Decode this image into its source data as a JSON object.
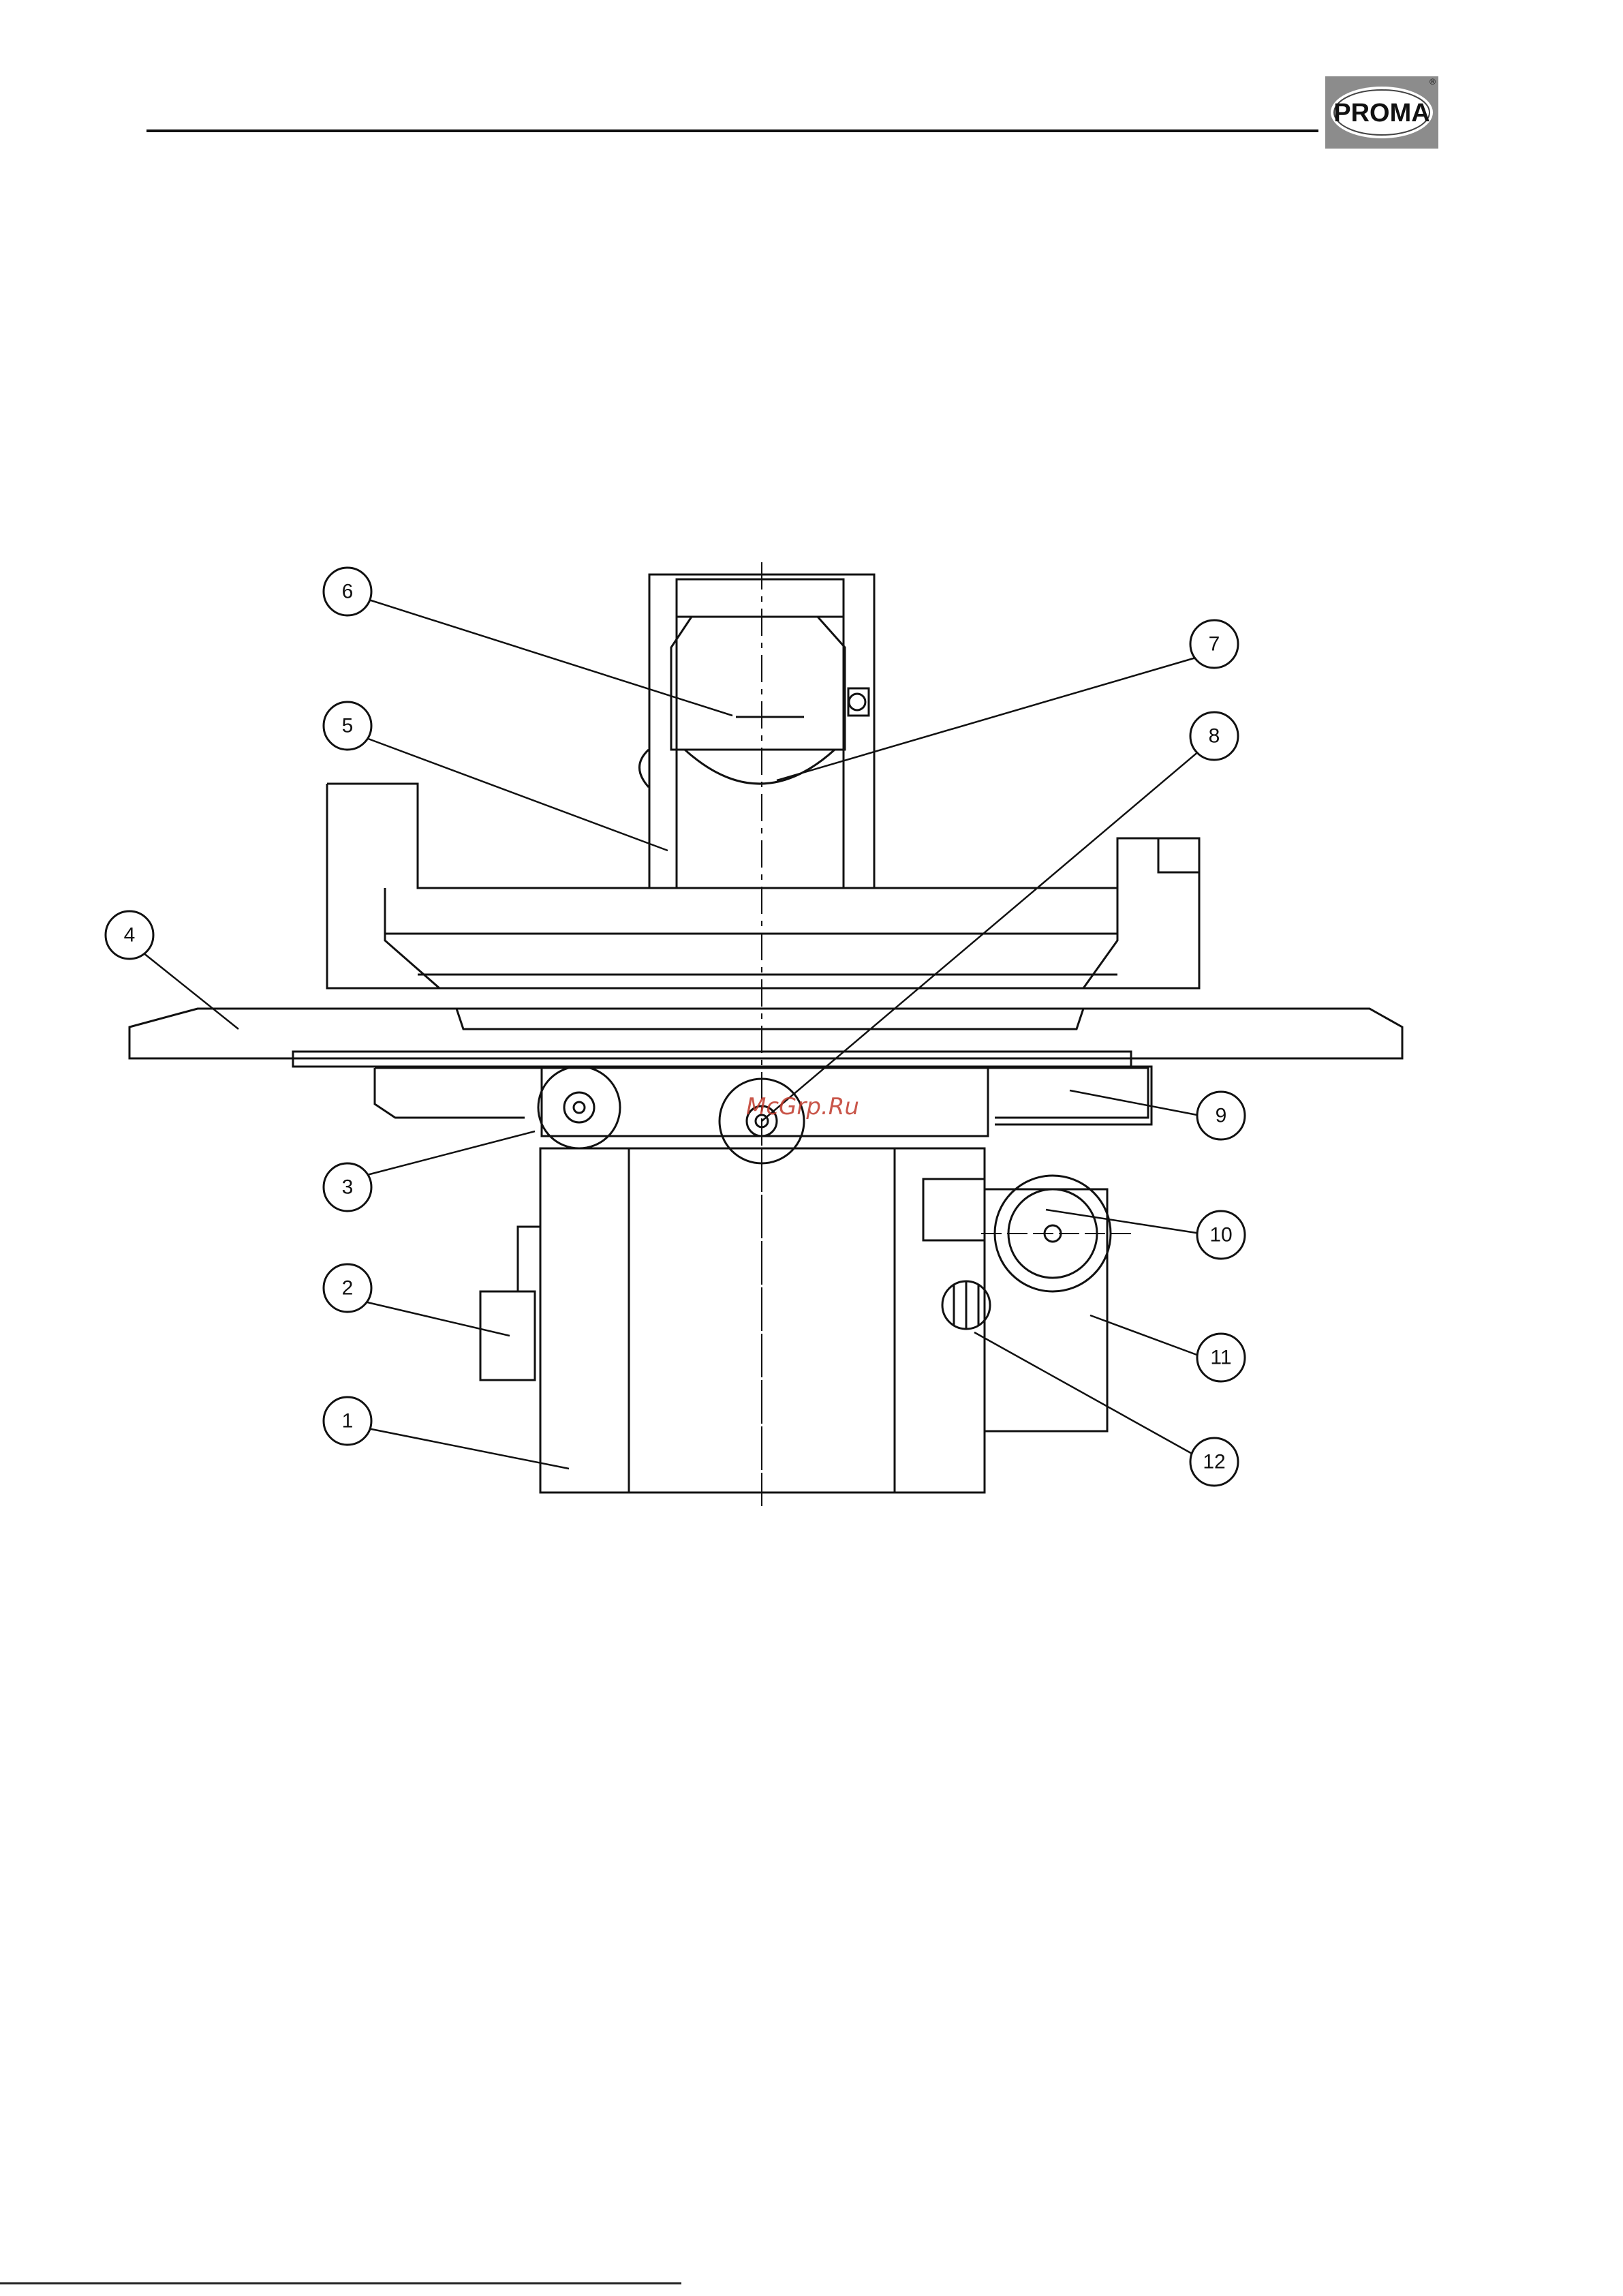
{
  "header": {
    "logo_text": "PROMA",
    "logo_mark": "®"
  },
  "watermark": "McGrp.Ru",
  "callouts": [
    {
      "id": "1",
      "label": "1"
    },
    {
      "id": "2",
      "label": "2"
    },
    {
      "id": "3",
      "label": "3"
    },
    {
      "id": "4",
      "label": "4"
    },
    {
      "id": "5",
      "label": "5"
    },
    {
      "id": "6",
      "label": "6"
    },
    {
      "id": "7",
      "label": "7"
    },
    {
      "id": "8",
      "label": "8"
    },
    {
      "id": "9",
      "label": "9"
    },
    {
      "id": "10",
      "label": "10"
    },
    {
      "id": "11",
      "label": "11"
    },
    {
      "id": "12",
      "label": "12"
    }
  ]
}
